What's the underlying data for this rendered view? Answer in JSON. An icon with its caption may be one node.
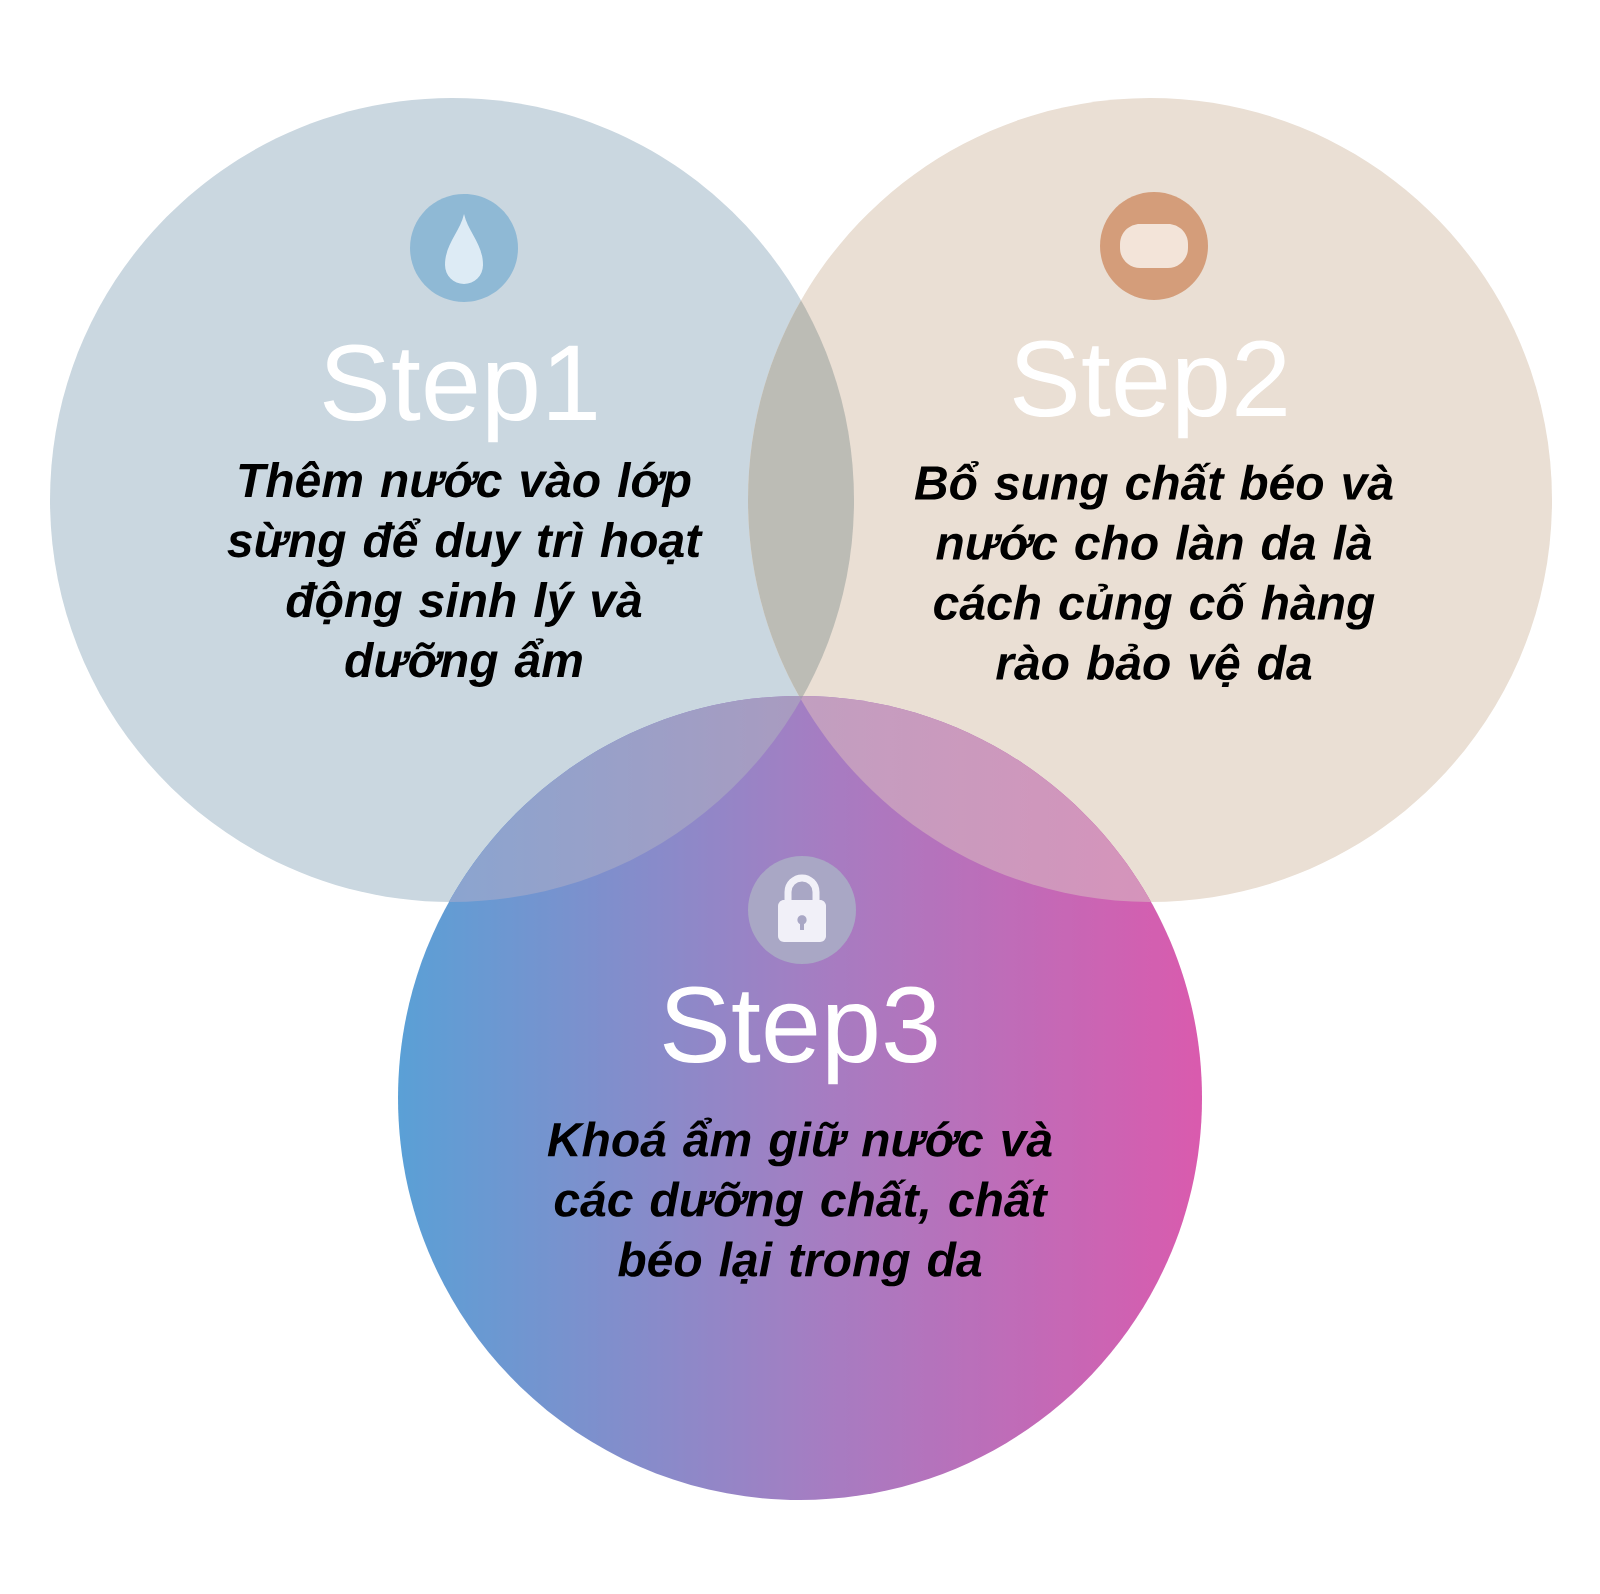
{
  "diagram": {
    "nodes": [
      {
        "text": [
          "Step1",
          "Thêm nước vào lớp sừng để duy trì hoạt động sinh lý và dưỡng ẩm"
        ]
      },
      {
        "text": [
          "Step2",
          "Bổ sung chất béo và nước cho làn da là cách củng cố hàng rào bảo vệ da"
        ]
      },
      {
        "text": [
          "Step3",
          "Khoá ẩm giữ nước và các dưỡng chất, chất béo lại trong da"
        ]
      }
    ]
  }
}
